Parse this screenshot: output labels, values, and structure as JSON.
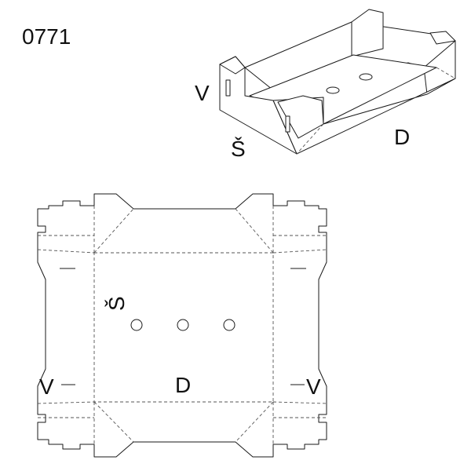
{
  "model_code": "0771",
  "labels": {
    "height": "V",
    "width": "Š",
    "length": "D"
  },
  "colors": {
    "line": "#1a1a1a",
    "background": "#ffffff"
  }
}
